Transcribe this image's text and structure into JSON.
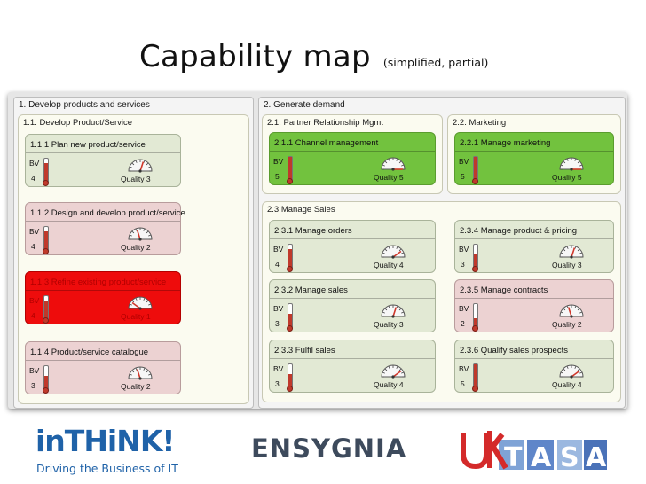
{
  "slide": {
    "title": "Capability map",
    "subtitle": "(simplified, partial)"
  },
  "panels": [
    {
      "title": "1. Develop products and services",
      "groups": [
        {
          "title": "1.1. Develop Product/Service",
          "cards": [
            {
              "title": "1.1.1 Plan new product/service",
              "bv": 4,
              "quality_label": "Quality 3",
              "quality": 3,
              "color": "light"
            },
            {
              "title": "1.1.2 Design and develop product/service",
              "bv": 4,
              "quality_label": "Quality 2",
              "quality": 2,
              "color": "pink"
            },
            {
              "title": "1.1.3 Refine existing product/service",
              "bv": 4,
              "quality_label": "Quality 1",
              "quality": 1,
              "color": "red"
            },
            {
              "title": "1.1.4 Product/service catalogue",
              "bv": 3,
              "quality_label": "Quality 2",
              "quality": 2,
              "color": "pink"
            }
          ]
        }
      ]
    },
    {
      "title": "2. Generate demand",
      "groups": [
        {
          "title": "2.1. Partner Relationship Mgmt",
          "cards": [
            {
              "title": "2.1.1 Channel management",
              "bv": 5,
              "quality_label": "Quality 5",
              "quality": 5,
              "color": "green"
            }
          ]
        },
        {
          "title": "2.2. Marketing",
          "cards": [
            {
              "title": "2.2.1 Manage marketing",
              "bv": 5,
              "quality_label": "Quality 5",
              "quality": 5,
              "color": "green"
            }
          ]
        },
        {
          "title": "2.3 Manage Sales",
          "cards": [
            {
              "title": "2.3.1 Manage orders",
              "bv": 4,
              "quality_label": "Quality 4",
              "quality": 4,
              "color": "light"
            },
            {
              "title": "2.3.4 Manage product & pricing",
              "bv": 3,
              "quality_label": "Quality 3",
              "quality": 3,
              "color": "light"
            },
            {
              "title": "2.3.2 Manage sales",
              "bv": 3,
              "quality_label": "Quality 3",
              "quality": 3,
              "color": "light"
            },
            {
              "title": "2.3.5 Manage contracts",
              "bv": 2,
              "quality_label": "Quality 2",
              "quality": 2,
              "color": "pink"
            },
            {
              "title": "2.3.3 Fulfil sales",
              "bv": 3,
              "quality_label": "Quality 4",
              "quality": 4,
              "color": "light"
            },
            {
              "title": "2.3.6 Qualify sales prospects",
              "bv": 5,
              "quality_label": "Quality 4",
              "quality": 4,
              "color": "light"
            }
          ]
        }
      ]
    }
  ],
  "bv_label": "BV",
  "colors": {
    "green": "#72c23e",
    "light": "#e2e9d4",
    "pink": "#ecd2d2",
    "red": "#ee0c0c",
    "thermo": "#c0392b",
    "needle": "#d0382b"
  },
  "logos": {
    "inthink": {
      "wordmark": "inTHiNK!",
      "tagline": "Driving the Business of IT"
    },
    "ensygnia": {
      "wordmark": "ENSYGNIA"
    },
    "uktasa": {
      "wordmark": "UKTASA"
    }
  }
}
